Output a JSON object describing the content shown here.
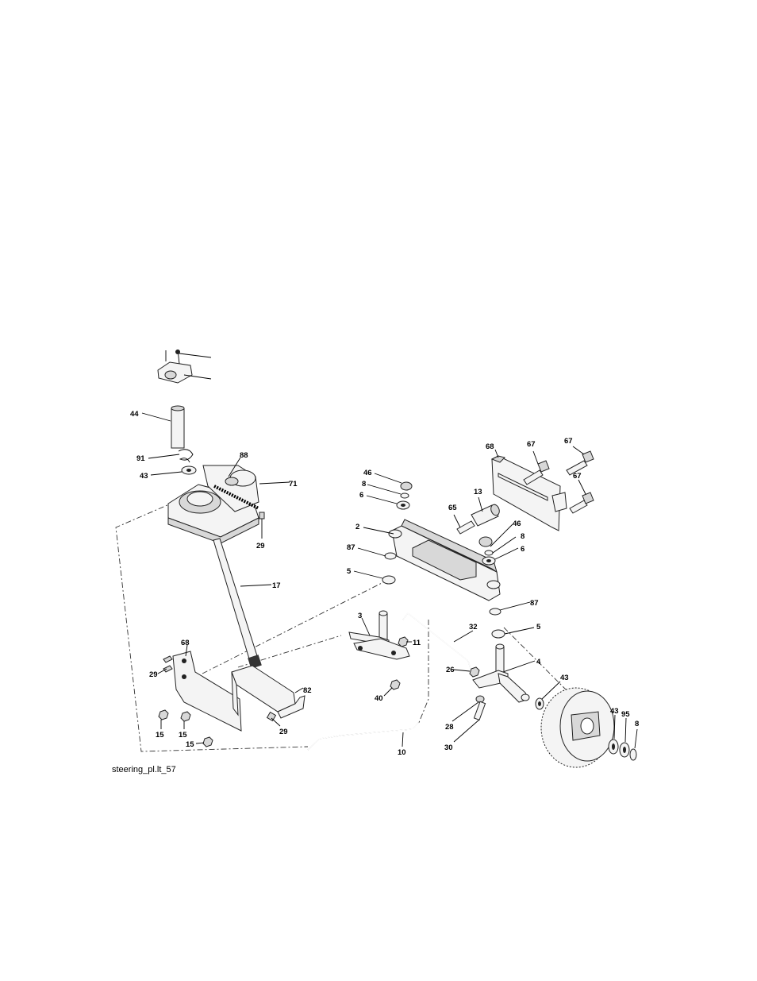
{
  "diagram": {
    "caption": "steering_pl.lt_57",
    "labels": {
      "p44": "44",
      "p91": "91",
      "p43a": "43",
      "p88": "88",
      "p71": "71",
      "p29a": "29",
      "p17": "17",
      "p68a": "68",
      "p29b": "29",
      "p82": "82",
      "p29c": "29",
      "p15a": "15",
      "p15b": "15",
      "p15c": "15",
      "p10": "10",
      "p46a": "46",
      "p8a": "8",
      "p6a": "6",
      "p2": "2",
      "p87a": "87",
      "p5a": "5",
      "p3": "3",
      "p11": "11",
      "p40": "40",
      "p32": "32",
      "p26": "26",
      "p28": "28",
      "p30": "30",
      "p13": "13",
      "p65": "65",
      "p46b": "46",
      "p8b": "8",
      "p6b": "6",
      "p87b": "87",
      "p5b": "5",
      "p4": "4",
      "p43b": "43",
      "p43c": "43",
      "p95": "95",
      "p8c": "8",
      "p68b": "68",
      "p67a": "67",
      "p67b": "67",
      "p67c": "67"
    }
  }
}
